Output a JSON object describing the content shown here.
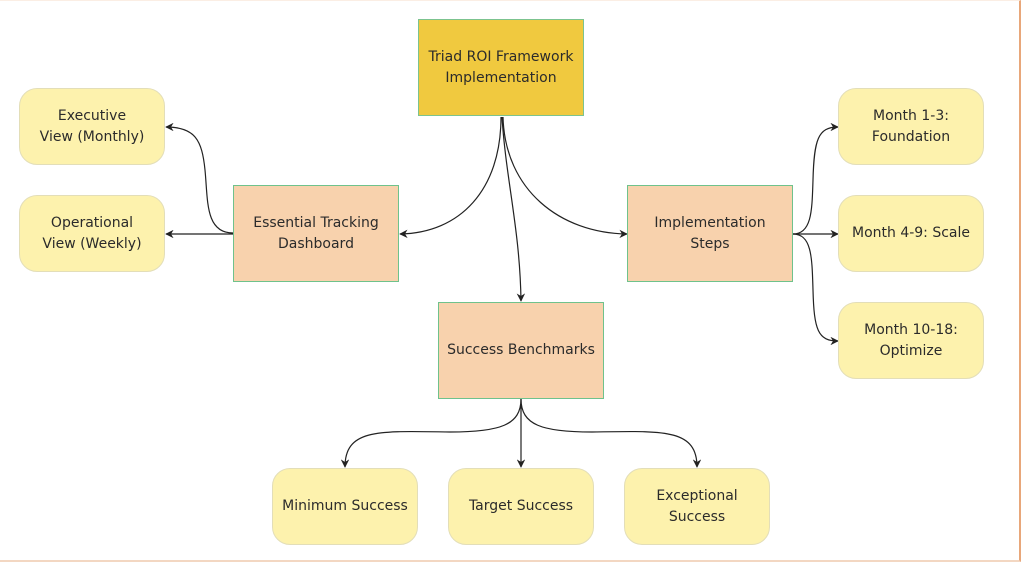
{
  "diagram": {
    "type": "mind-map flowchart",
    "root": {
      "id": "root",
      "label": "Triad ROI Framework\nImplementation"
    },
    "hubs": [
      {
        "id": "dashboard",
        "label": "Essential Tracking\nDashboard"
      },
      {
        "id": "benchmarks",
        "label": "Success Benchmarks"
      },
      {
        "id": "steps",
        "label": "Implementation\nSteps"
      }
    ],
    "leaves": [
      {
        "id": "exec",
        "parent": "dashboard",
        "label": "Executive\nView (Monthly)"
      },
      {
        "id": "ops",
        "parent": "dashboard",
        "label": "Operational\nView (Weekly)"
      },
      {
        "id": "m13",
        "parent": "steps",
        "label": "Month 1-3:\nFoundation"
      },
      {
        "id": "m49",
        "parent": "steps",
        "label": "Month 4-9: Scale"
      },
      {
        "id": "m1018",
        "parent": "steps",
        "label": "Month 10-18:\nOptimize"
      },
      {
        "id": "min",
        "parent": "benchmarks",
        "label": "Minimum Success"
      },
      {
        "id": "target",
        "parent": "benchmarks",
        "label": "Target Success"
      },
      {
        "id": "exceptional",
        "parent": "benchmarks",
        "label": "Exceptional\nSuccess"
      }
    ],
    "edges": [
      {
        "from": "root",
        "to": "dashboard"
      },
      {
        "from": "root",
        "to": "benchmarks"
      },
      {
        "from": "root",
        "to": "steps"
      },
      {
        "from": "dashboard",
        "to": "exec"
      },
      {
        "from": "dashboard",
        "to": "ops"
      },
      {
        "from": "steps",
        "to": "m13"
      },
      {
        "from": "steps",
        "to": "m49"
      },
      {
        "from": "steps",
        "to": "m1018"
      },
      {
        "from": "benchmarks",
        "to": "min"
      },
      {
        "from": "benchmarks",
        "to": "target"
      },
      {
        "from": "benchmarks",
        "to": "exceptional"
      }
    ],
    "colors": {
      "root_fill": "#f0c93f",
      "hub_fill": "#f8d2ad",
      "leaf_fill": "#fdf2ad",
      "node_border": "#7cc38f",
      "edge": "#222222"
    }
  }
}
